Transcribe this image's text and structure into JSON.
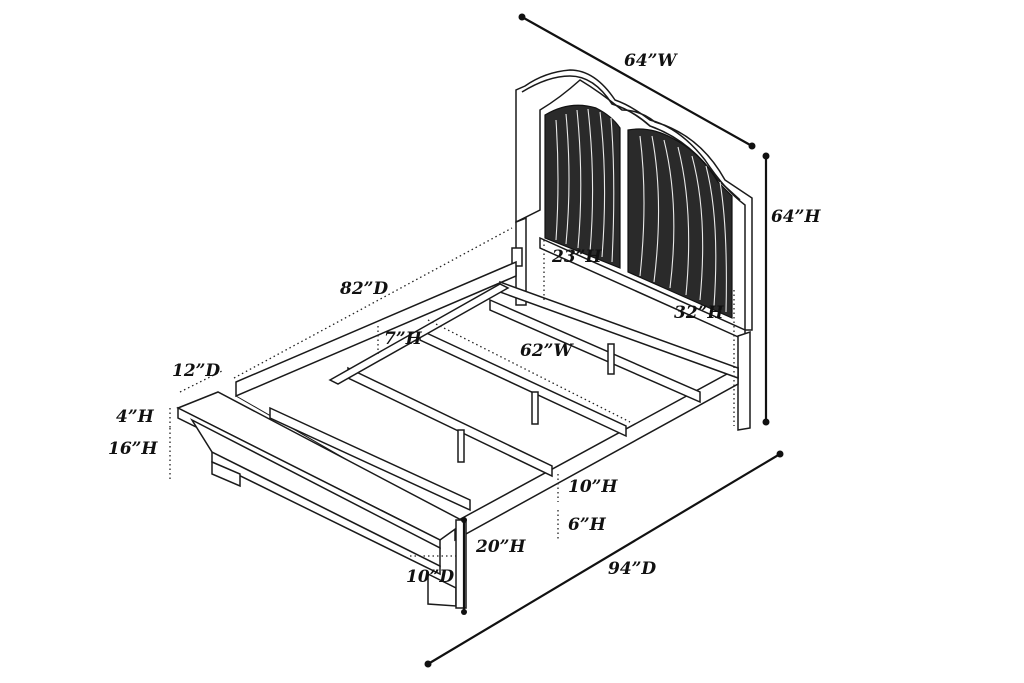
{
  "colors": {
    "line": "#1a1a1a",
    "panel": "#2a2a2a",
    "background": "#ffffff"
  },
  "dimensions": {
    "headboard_width": "64”W",
    "headboard_height": "64”H",
    "rail_depth": "82”D",
    "footboard_depth": "12”D",
    "footboard_top": "4”H",
    "footboard_height": "16”H",
    "slat_clearance": "7”H",
    "inner_width": "62”W",
    "headboard_lower": "23”H",
    "headboard_panel": "32”H",
    "rail_height": "10”H",
    "floor_clearance": "6”H",
    "footboard_post": "20”H",
    "foot_depth": "10”D",
    "overall_depth": "94”D"
  }
}
